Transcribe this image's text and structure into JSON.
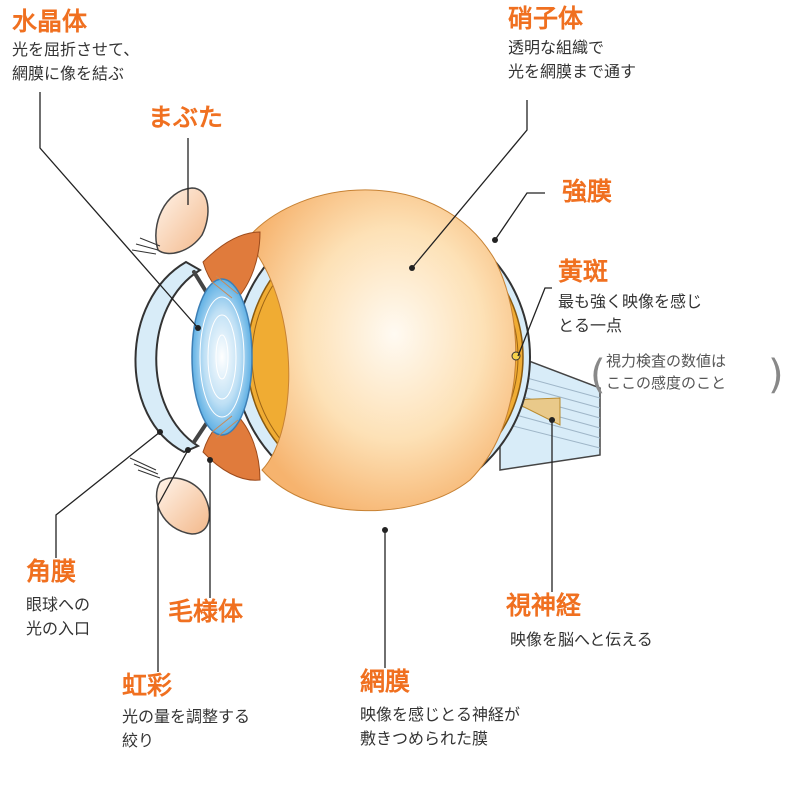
{
  "labels": {
    "lens": {
      "title": "水晶体",
      "desc": [
        "光を屈折させて、",
        "網膜に像を結ぶ"
      ]
    },
    "vitreous": {
      "title": "硝子体",
      "desc": [
        "透明な組織で",
        "光を網膜まで通す"
      ]
    },
    "eyelid": {
      "title": "まぶた"
    },
    "sclera": {
      "title": "強膜"
    },
    "macula": {
      "title": "黄斑",
      "desc": [
        "最も強く映像を感じ",
        "とる一点"
      ],
      "note": [
        "視力検査の数値は",
        "ここの感度のこと"
      ]
    },
    "cornea": {
      "title": "角膜",
      "desc": [
        "眼球への",
        "光の入口"
      ]
    },
    "ciliary": {
      "title": "毛様体"
    },
    "optic": {
      "title": "視神経",
      "desc": [
        "映像を脳へと伝える"
      ]
    },
    "iris": {
      "title": "虹彩",
      "desc": [
        "光の量を調整する",
        "絞り"
      ]
    },
    "retina": {
      "title": "網膜",
      "desc": [
        "映像を感じとる神経が",
        "敷きつめられた膜"
      ]
    }
  },
  "colors": {
    "title": "#f07020",
    "text": "#333333",
    "leader": "#222222",
    "sclera_blue": "#d8ecf8",
    "vitreous": "#fbc685",
    "retina": "#f0ac33",
    "lens": "#8fc8ec",
    "ciliary": "#e07b3c",
    "eyelid": "#f5c39a"
  }
}
